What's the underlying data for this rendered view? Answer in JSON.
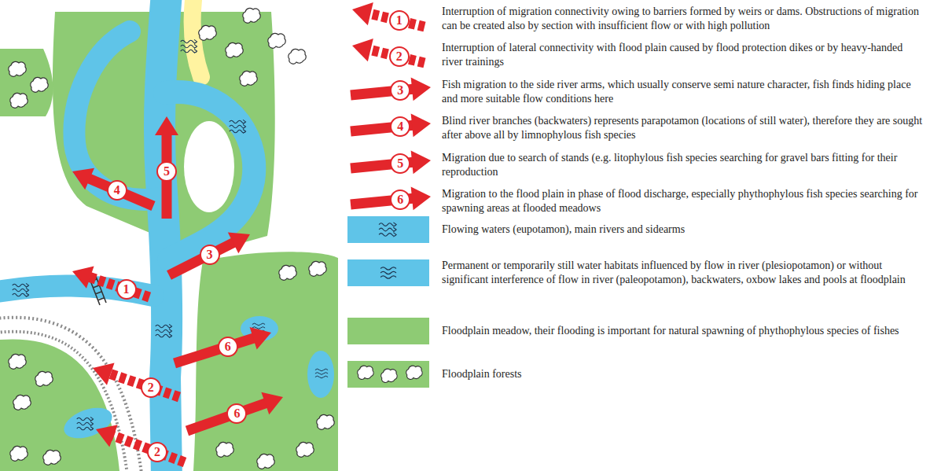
{
  "diagram": {
    "labels": [
      "5",
      "4",
      "3",
      "1",
      "6",
      "2",
      "6",
      "2",
      "1",
      "2",
      "3",
      "4",
      "5",
      "6"
    ],
    "legend": [
      {
        "text": "Interruption of migration connectivity owing to barriers formed by weirs or dams. Obstructions of migration can be created also by section with insufficient flow or with high pollution"
      },
      {
        "text": "Interruption of lateral connectivity with flood plain caused by flood protection dikes or by heavy-handed river trainings"
      },
      {
        "text": "Fish migration to the side river arms, which usually conserve semi nature character, fish finds hiding place and more suitable flow conditions here"
      },
      {
        "text": "Blind river branches (backwaters) represents parapotamon (locations of still water), therefore they are sought after above all by limnophylous fish species"
      },
      {
        "text": "Migration due to search of stands (e.g. litophylous fish species searching for gravel bars fitting for their reproduction"
      },
      {
        "text": "Migration to the flood plain in phase of flood discharge, especially phythophylous fish species searching for spawning areas at flooded meadows"
      },
      {
        "text": "Flowing waters (eupotamon), main rivers and sidearms",
        "color": "#5fc4e8"
      },
      {
        "text": "Permanent or temporarily still water habitats influenced by flow in river (plesiopotamon) or without significant interference of flow in river (paleopotamon), backwaters, oxbow lakes and pools at floodplain",
        "color": "#5fc4e8"
      },
      {
        "text": "Floodplain meadow, their flooding is important for natural spawning of phythophylous species of fishes",
        "color": "#8ecb74"
      },
      {
        "text": "Floodplain forests",
        "color": "#8ecb74"
      }
    ]
  }
}
